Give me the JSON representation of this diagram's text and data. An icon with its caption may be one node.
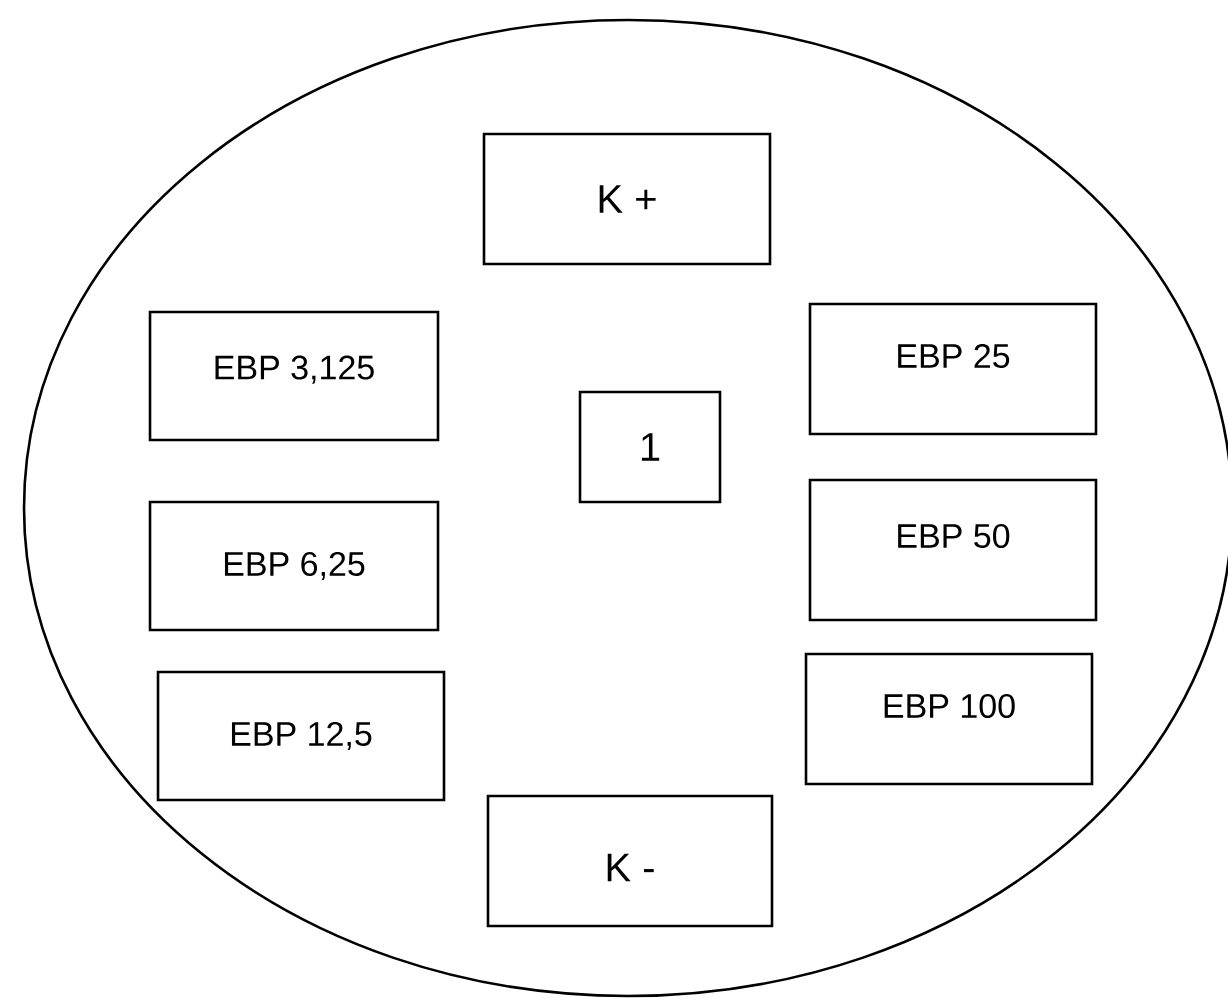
{
  "diagram": {
    "nodes": [
      {
        "text": [],
        "shape": "ellipse"
      },
      {
        "text": [
          "K +"
        ],
        "in": 0
      },
      {
        "text": [
          "EBP 3,125"
        ],
        "in": 0
      },
      {
        "text": [
          "EBP 25"
        ],
        "in": 0
      },
      {
        "text": [
          "1"
        ],
        "in": 0
      },
      {
        "text": [
          "EBP 6,25"
        ],
        "in": 0
      },
      {
        "text": [
          "EBP 50"
        ],
        "in": 0
      },
      {
        "text": [
          "EBP 12,5"
        ],
        "in": 0
      },
      {
        "text": [
          "EBP 100"
        ],
        "in": 0
      },
      {
        "text": [
          "K -"
        ],
        "in": 0
      }
    ],
    "edges": []
  }
}
